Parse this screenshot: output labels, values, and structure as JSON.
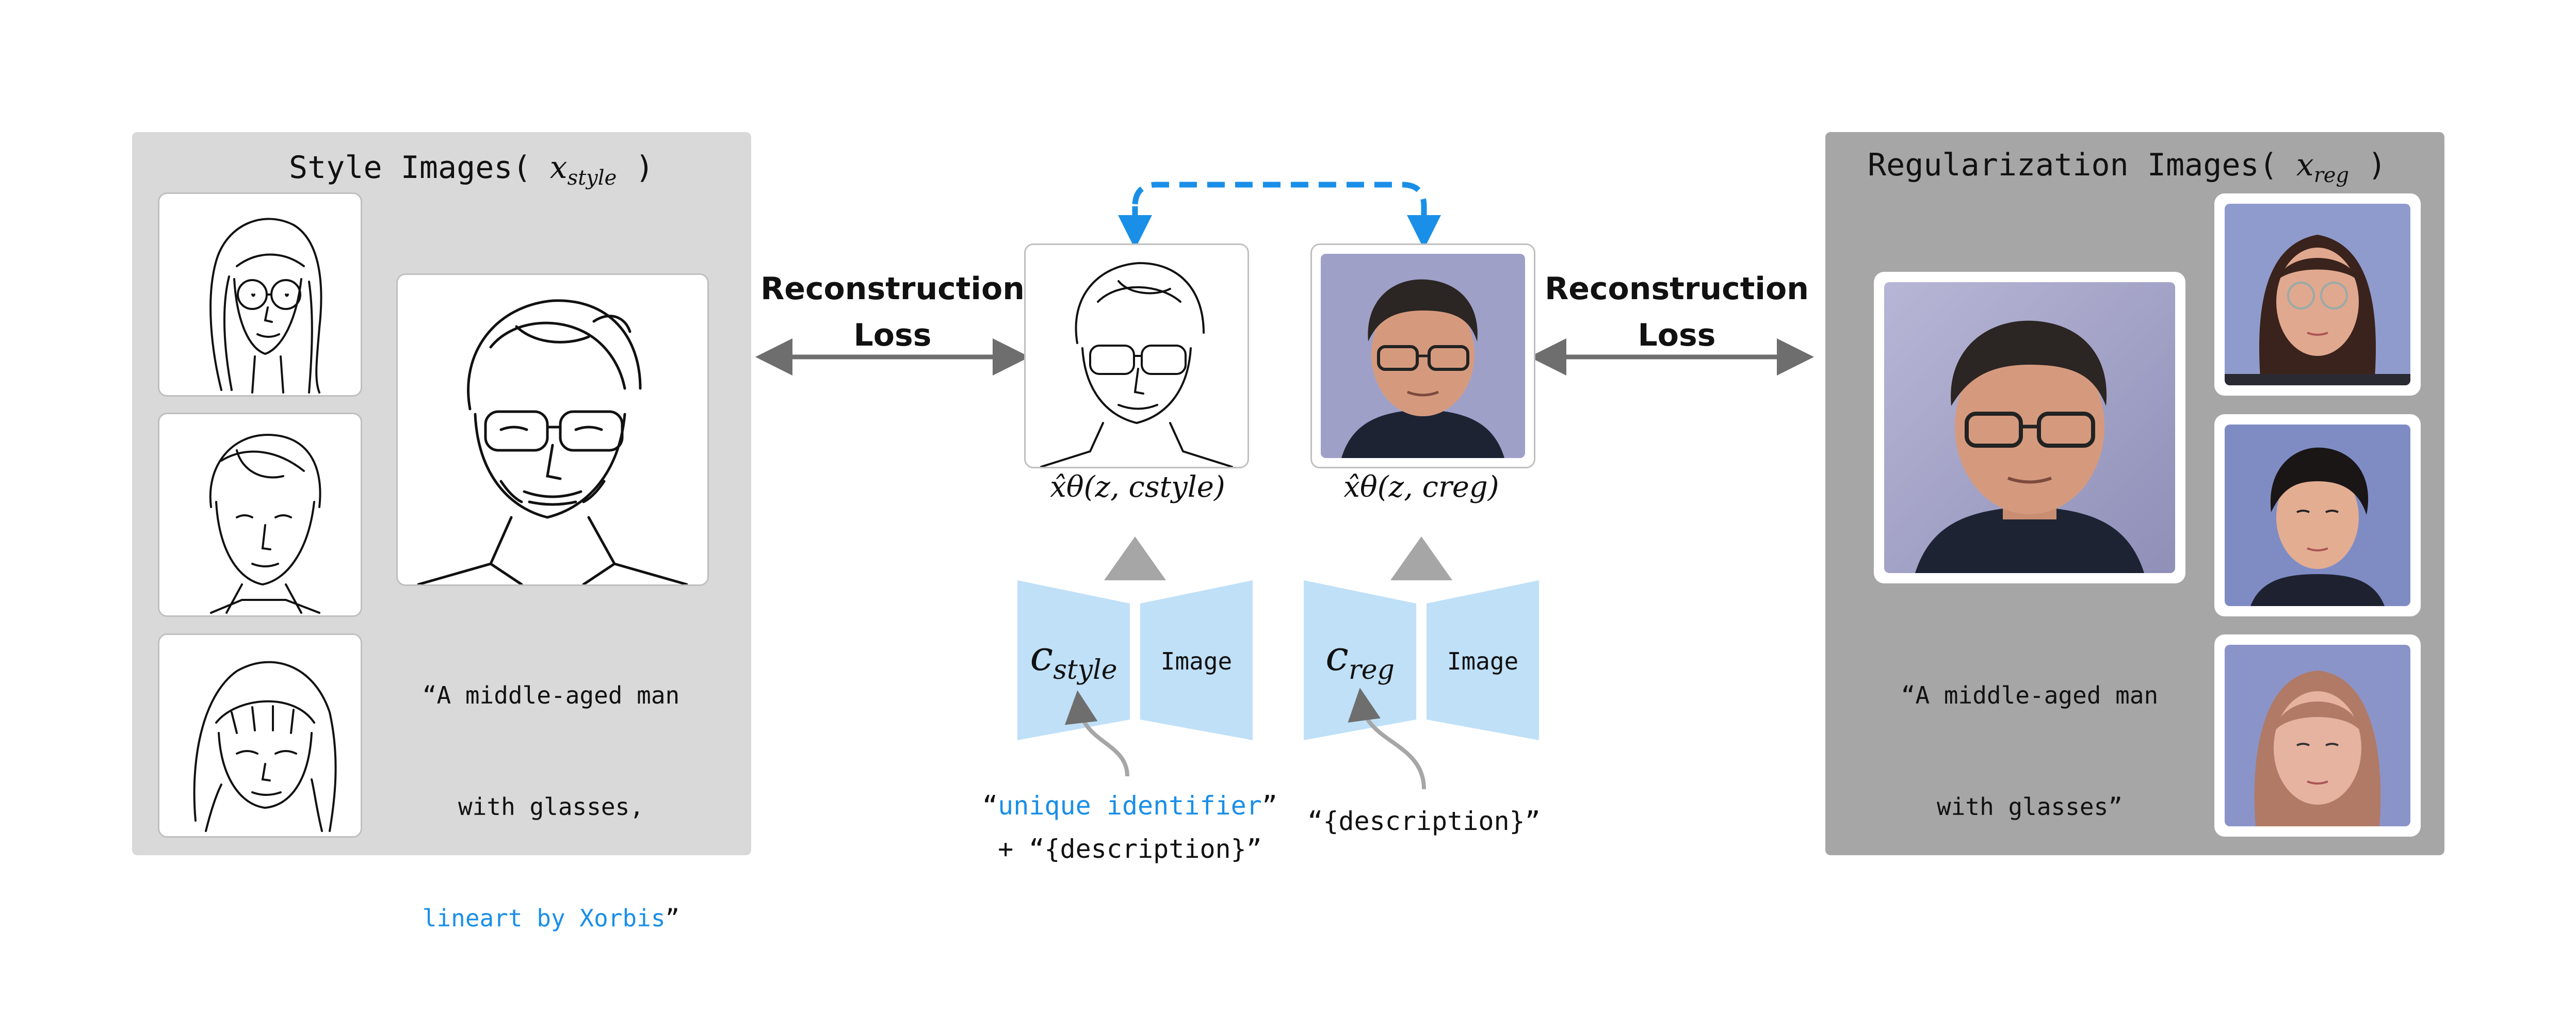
{
  "left_panel": {
    "title_prefix": "Style Images(",
    "title_var": "x",
    "title_sub": "style",
    "title_suffix": ")",
    "caption_line1": "“A middle-aged man",
    "caption_line2": "with glasses,",
    "caption_highlight": "lineart by Xorbis",
    "caption_end": "”"
  },
  "right_panel": {
    "title_prefix": "Regularization Images(",
    "title_var": "x",
    "title_sub": "reg",
    "title_suffix": ")",
    "caption_line1": "“A middle-aged man",
    "caption_line2": "with glasses”"
  },
  "center": {
    "loss_left_line1": "Reconstruction",
    "loss_left_line2": "Loss",
    "loss_right_line1": "Reconstruction",
    "loss_right_line2": "Loss",
    "out_style_label": "x̂θ(z, cstyle)",
    "out_reg_label": "x̂θ(z, creg)",
    "enc_style_var": "c",
    "enc_style_sub": "style",
    "enc_reg_var": "c",
    "enc_reg_sub": "reg",
    "image_label_1": "Image",
    "image_label_2": "Image",
    "prompt_style_open": "“",
    "prompt_style_highlight": "unique identifier",
    "prompt_style_close": "”",
    "prompt_style_line2": "+ “{description}”",
    "prompt_reg": "“{description}”"
  },
  "colors": {
    "accent_blue": "#1a8fe8",
    "encoder_fill": "#bfe0f7",
    "arrow_gray": "#6e6e6e",
    "triangle_gray": "#a6a6a6",
    "left_panel_bg": "#d9d9d9",
    "right_panel_bg": "#a6a6a6"
  }
}
